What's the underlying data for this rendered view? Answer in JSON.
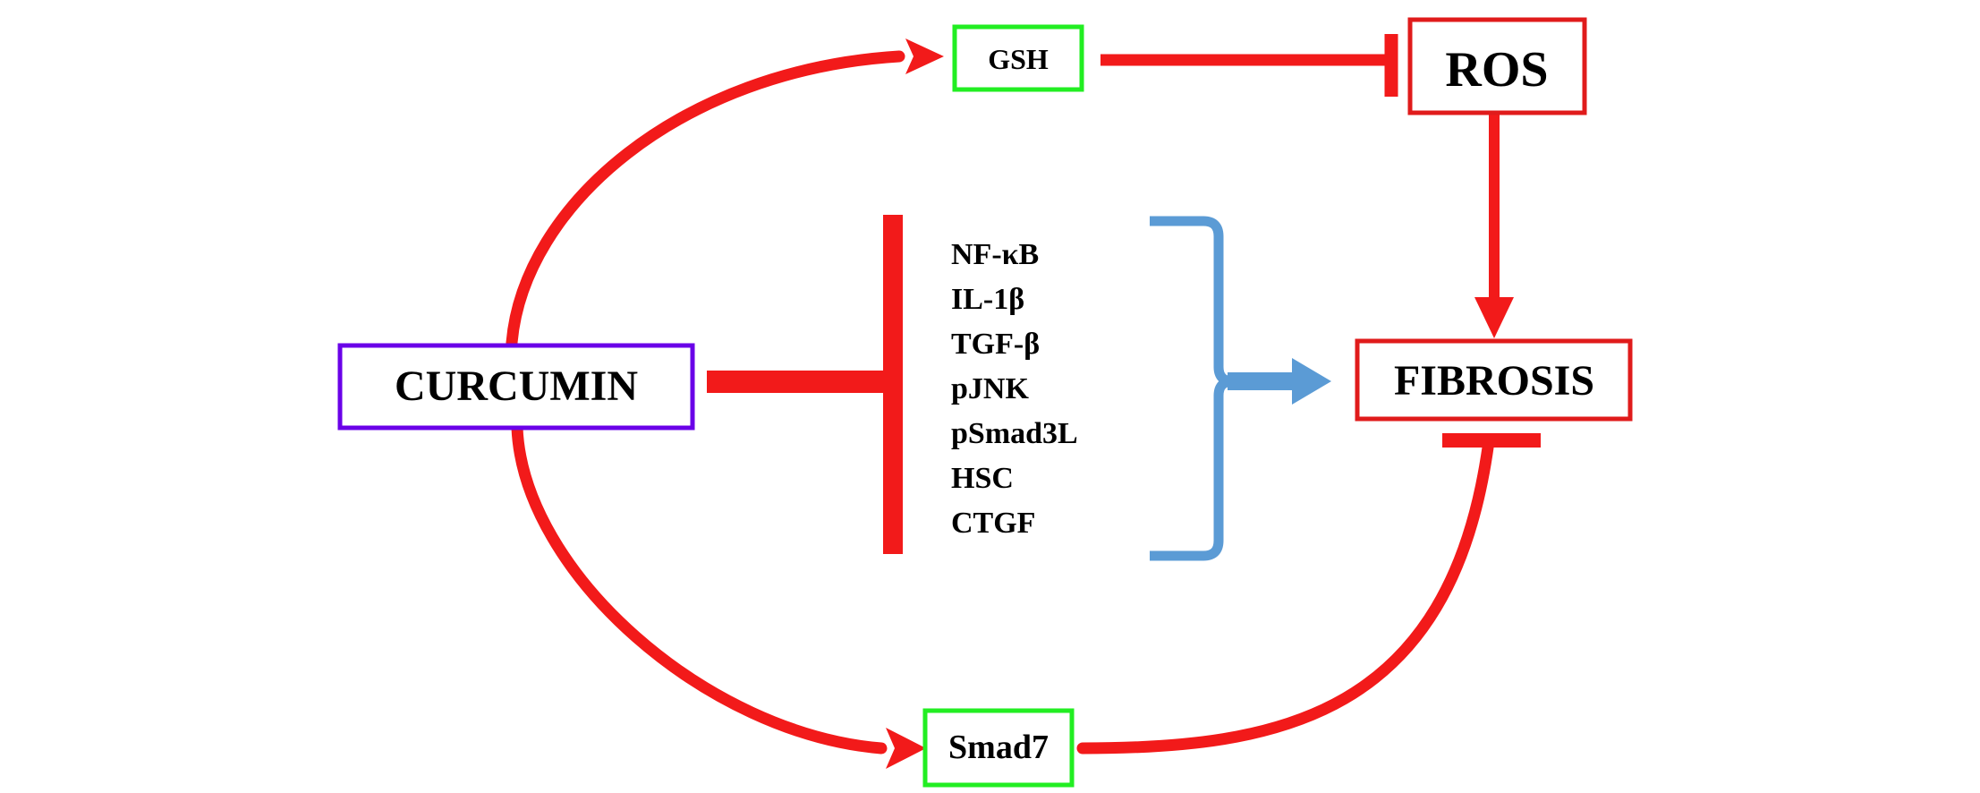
{
  "nodes": {
    "curcumin": {
      "label": "CURCUMIN",
      "border_color": "#6a00e8"
    },
    "gsh": {
      "label": "GSH",
      "border_color": "#22ee22"
    },
    "ros": {
      "label": "ROS",
      "border_color": "#e01b1b"
    },
    "fibrosis": {
      "label": "FIBROSIS",
      "border_color": "#e01b1b"
    },
    "smad7": {
      "label": "Smad7",
      "border_color": "#22ee22"
    }
  },
  "mediators": [
    "NF-κB",
    "IL-1β",
    "TGF-β",
    "pJNK",
    "pSmad3L",
    "HSC",
    "CTGF"
  ],
  "edges": [
    {
      "from": "curcumin",
      "to": "gsh",
      "type": "activates"
    },
    {
      "from": "gsh",
      "to": "ros",
      "type": "inhibits"
    },
    {
      "from": "ros",
      "to": "fibrosis",
      "type": "activates"
    },
    {
      "from": "curcumin",
      "to": "mediators",
      "type": "inhibits"
    },
    {
      "from": "mediators",
      "to": "fibrosis",
      "type": "activates"
    },
    {
      "from": "curcumin",
      "to": "smad7",
      "type": "activates"
    },
    {
      "from": "smad7",
      "to": "fibrosis",
      "type": "inhibits"
    }
  ],
  "colors": {
    "edge_red": "#f21a1a",
    "bracket_blue": "#5b9bd5"
  }
}
